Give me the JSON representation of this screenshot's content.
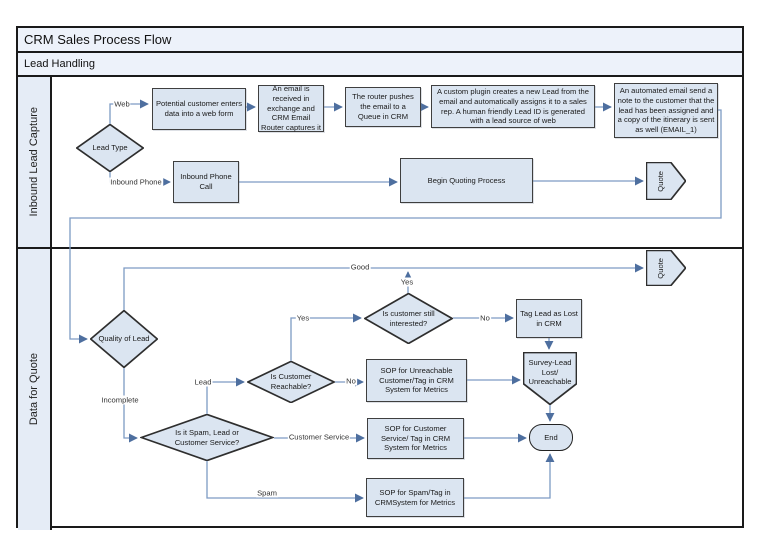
{
  "header": {
    "title": "CRM Sales Process Flow",
    "subtitle": "Lead Handling"
  },
  "lanes": [
    {
      "label": "Inbound Lead Capture"
    },
    {
      "label": "Data for Quote"
    }
  ],
  "nodes": {
    "lead_type": "Lead Type",
    "web_form": "Potential customer enters data into a web form",
    "email_received": "An email is received in exchange and CRM Email Router captures it",
    "router_pushes": "The router pushes the email to a Queue in CRM",
    "custom_plugin": "A custom plugin creates a new Lead from the email and automatically assigns it to a sales rep. A human friendly Lead ID is generated with a lead source of web",
    "automated_email": "An automated email send a note to the customer that the lead has been assigned and a copy of the itinerary is sent as well (EMAIL_1)",
    "inbound_call": "Inbound Phone Call",
    "begin_quoting": "Begin Quoting Process",
    "quote_out_1": "Quote",
    "quote_out_2": "Quote",
    "quality_of_lead": "Quality of Lead",
    "interested": "Is customer still interested?",
    "tag_lost": "Tag Lead as Lost in CRM",
    "reachable": "Is Customer Reachable?",
    "sop_unreachable": "SOP for Unreachable Customer/Tag in CRM System for Metrics",
    "survey_lost": "Survey-Lead Lost/ Unreachable",
    "spam_lead_cs": "Is it Spam, Lead or Customer Service?",
    "sop_customer_service": "SOP for Customer Service/ Tag in CRM System for Metrics",
    "end": "End",
    "sop_spam": "SOP for Spam/Tag in CRMSystem for Metrics"
  },
  "edge_labels": {
    "web": "Web",
    "inbound_phone": "Inbound Phone",
    "good": "Good",
    "yes_interested": "Yes",
    "yes_reachable": "Yes",
    "no_interested": "No",
    "no_reachable": "No",
    "lead": "Lead",
    "incomplete": "Incomplete",
    "customer_service": "Customer Service",
    "spam": "Spam"
  },
  "colors": {
    "node_fill": "#dbe5f1",
    "node_border": "#3f3f3f",
    "connector_line": "#7d9bc4",
    "header_fill": "#edf2fa",
    "lane_label_fill": "#e5ecf6"
  }
}
